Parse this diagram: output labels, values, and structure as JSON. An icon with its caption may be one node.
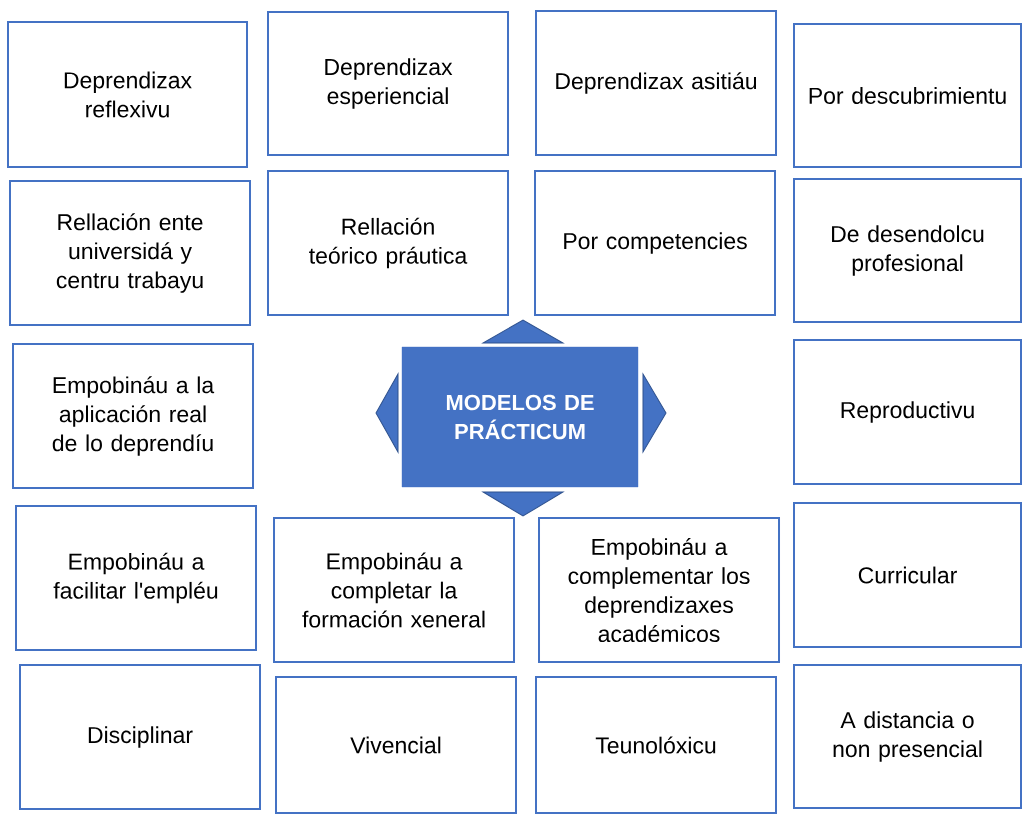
{
  "diagram": {
    "nodes": [
      {
        "text": [
          "Deprendizax reflexivu"
        ]
      },
      {
        "text": [
          "Deprendizax esperiencial"
        ]
      },
      {
        "text": [
          "Deprendizax asitiáu"
        ]
      },
      {
        "text": [
          "Por descubrimientu"
        ]
      },
      {
        "text": [
          "Rellación ente universidá y centru trabayu"
        ]
      },
      {
        "text": [
          "Rellación teórico práutica"
        ]
      },
      {
        "text": [
          "Por competencies"
        ]
      },
      {
        "text": [
          "De desendolcu profesional"
        ]
      },
      {
        "text": [
          "Empobináu a la aplicación real de lo deprendíu"
        ]
      },
      {
        "text": [
          "MODELOS DE PRÁCTICUM"
        ]
      },
      {
        "text": [
          "Reproductivu"
        ]
      },
      {
        "text": [
          "Empobináu a facilitar l'empléu"
        ]
      },
      {
        "text": [
          "Empobináu a completar la formación xeneral"
        ]
      },
      {
        "text": [
          "Empobináu a complementar los deprendizaxes académicos"
        ]
      },
      {
        "text": [
          "Curricular"
        ]
      },
      {
        "text": [
          "Disciplinar"
        ]
      },
      {
        "text": [
          "Vivencial"
        ]
      },
      {
        "text": [
          "Teunolóxicu"
        ]
      },
      {
        "text": [
          "A distancia o non presencial"
        ]
      }
    ]
  }
}
